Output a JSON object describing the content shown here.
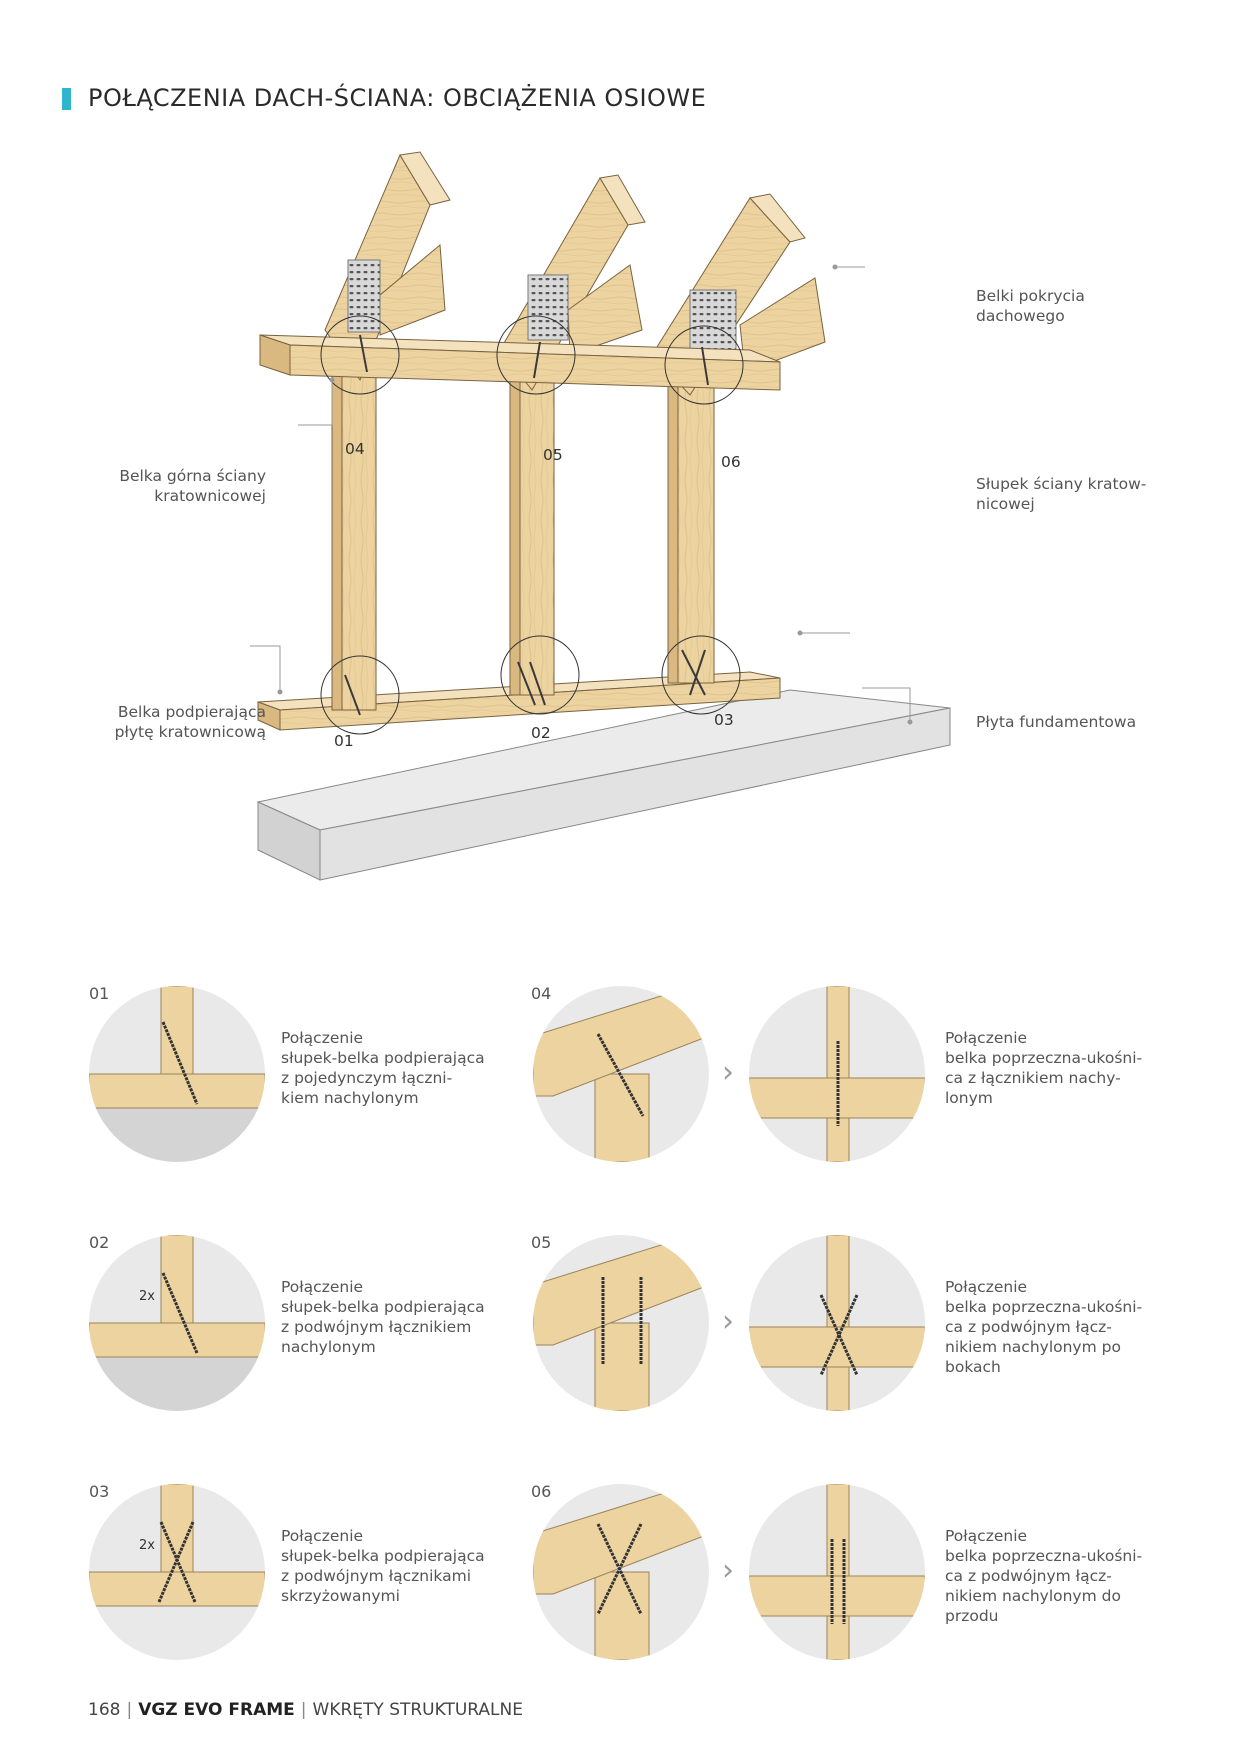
{
  "header": {
    "title": "POŁĄCZENIA DACH-ŚCIANA: OBCIĄŻENIA OSIOWE",
    "accent_color": "#2fb6cc"
  },
  "diagram": {
    "labels": {
      "roof_beams": [
        "Belki pokrycia",
        "dachowego"
      ],
      "top_beam": [
        "Belka górna ściany",
        "kratownicowej"
      ],
      "post": [
        "Słupek ściany kratow-",
        "nicowej"
      ],
      "support_beam": [
        "Belka podpierająca",
        "płytę kratownicową"
      ],
      "foundation": [
        "Płyta fundamentowa"
      ]
    },
    "numbers": [
      "04",
      "05",
      "06",
      "01",
      "02",
      "03"
    ]
  },
  "details": [
    {
      "num": "01",
      "lines": [
        "Połączenie",
        "słupek-belka podpierająca",
        "z pojedynczym łączni-",
        "kiem nachylonym"
      ]
    },
    {
      "num": "02",
      "lines": [
        "Połączenie",
        "słupek-belka podpierająca",
        "z podwójnym łącznikiem",
        "nachylonym"
      ],
      "badge": "2x"
    },
    {
      "num": "03",
      "lines": [
        "Połączenie",
        "słupek-belka podpierająca",
        "z podwójnym łącznikami",
        "skrzyżowanymi"
      ],
      "badge": "2x"
    },
    {
      "num": "04",
      "lines": [
        "Połączenie",
        "belka poprzeczna-ukośni-",
        "ca z łącznikiem nachy-",
        "lonym"
      ]
    },
    {
      "num": "05",
      "lines": [
        "Połączenie",
        "belka poprzeczna-ukośni-",
        "ca z podwójnym łącz-",
        "nikiem nachylonym po",
        "bokach"
      ]
    },
    {
      "num": "06",
      "lines": [
        "Połączenie",
        "belka poprzeczna-ukośni-",
        "ca z podwójnym łącz-",
        "nikiem nachylonym do",
        "przodu"
      ]
    }
  ],
  "chevron": "›",
  "footer": {
    "page": "168",
    "product": "VGZ EVO FRAME",
    "section": "WKRĘTY STRUKTURALNE"
  },
  "colors": {
    "wood": "#ecd3a0",
    "wood_dark": "#d9b97f",
    "wood_edge": "#7a6240",
    "concrete": "#e6e6e6",
    "concrete_dark": "#cfcfcf",
    "circle_bg": "#e8e8e8",
    "screw": "#3a3a3a"
  }
}
